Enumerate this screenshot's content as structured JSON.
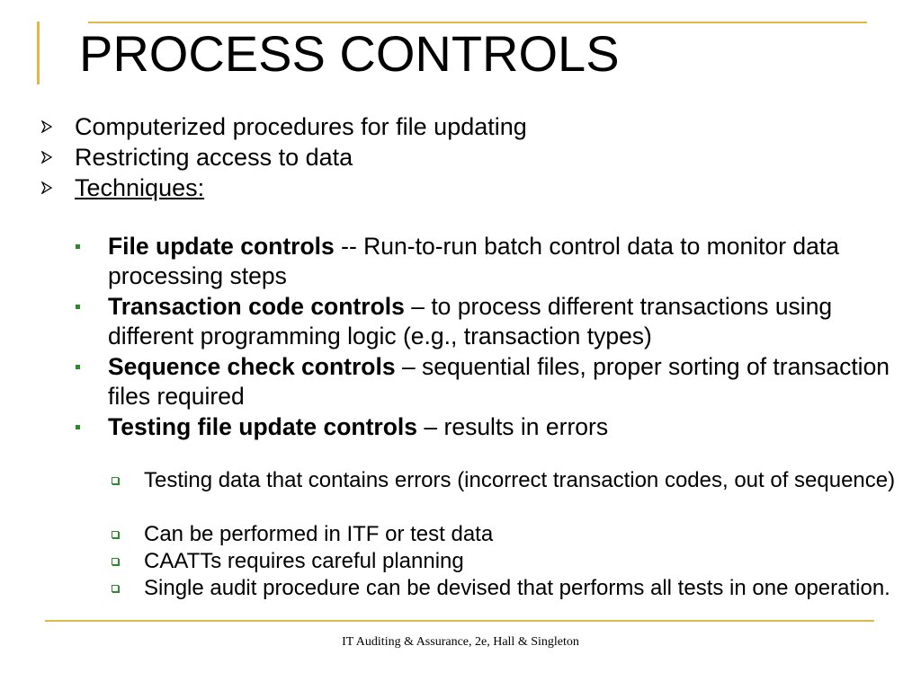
{
  "slide": {
    "title": "PROCESS CONTROLS",
    "bullets": [
      "Computerized procedures for file updating",
      "Restricting access to data",
      "Techniques:"
    ],
    "techniques": [
      {
        "term": "File update controls",
        "desc": " -- Run-to-run batch control data to monitor data processing steps"
      },
      {
        "term": "Transaction code controls",
        "desc": " – to process different transactions using different programming logic (e.g., transaction types)"
      },
      {
        "term": "Sequence check controls",
        "desc": " – sequential files, proper sorting of transaction files required"
      },
      {
        "term": "Testing file update controls",
        "desc": " – results in errors"
      }
    ],
    "sub_bullets": [
      "Testing data that contains errors (incorrect transaction codes, out of sequence)",
      "Can be performed in ITF or test data",
      "CAATTs requires careful planning",
      "Single audit procedure can be devised that performs all tests in one operation."
    ],
    "footer": "IT Auditing & Assurance, 2e, Hall & Singleton",
    "colors": {
      "accent": "#e0b84a",
      "bullet": "#2c8a2c"
    }
  }
}
